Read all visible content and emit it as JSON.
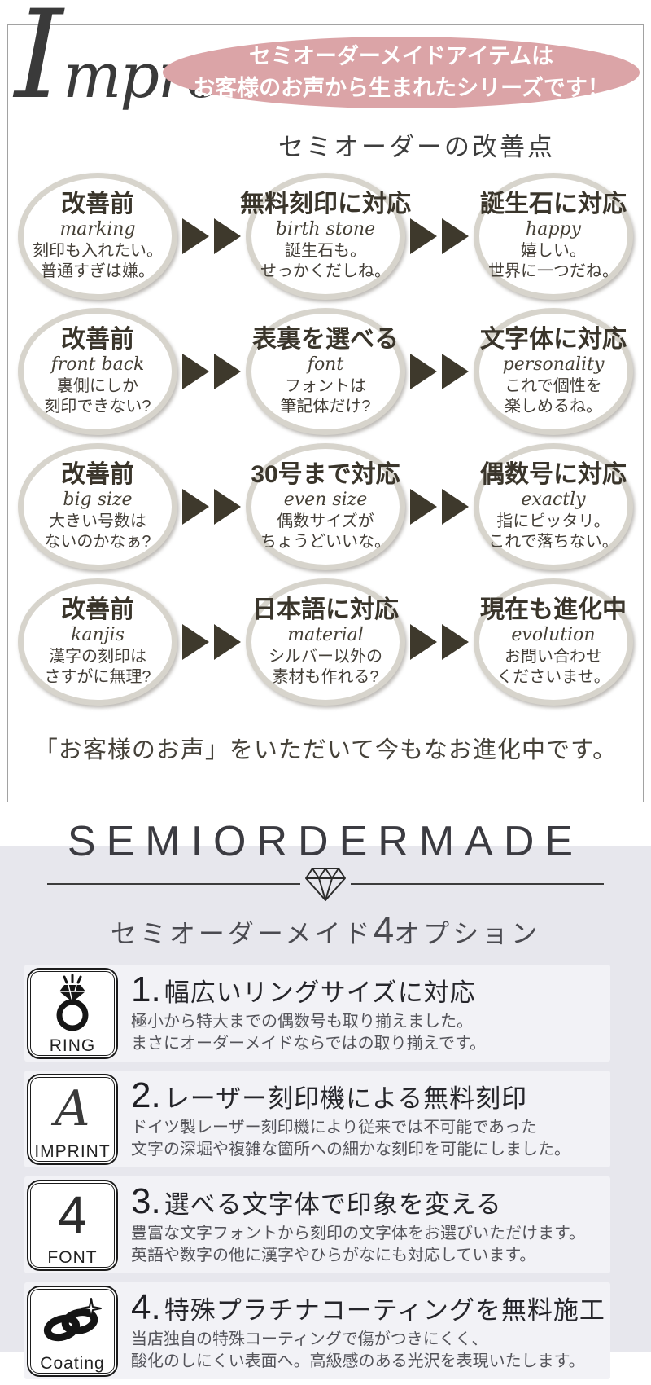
{
  "colors": {
    "accent_pink": "#dba4a7",
    "arrow_brown": "#3e392c",
    "circle_border": "#d7d4cc",
    "panel_bg": "#e7e7ed",
    "item_strip_bg": "#f2f2f6",
    "ink": "#222222"
  },
  "icons": {
    "arrow": "fast-forward-icon",
    "divider": "diamond-icon",
    "item1": "ring-icon",
    "item2": "imprint-a-icon",
    "item3": "font-4-icon",
    "item4": "coating-rings-icon"
  },
  "improvement": {
    "badge_line1": "セミオーダーメイドアイテムは",
    "badge_line2": "お客様のお声から生まれたシリーズです！",
    "script_title_cap": "I",
    "script_title_rest": "mprovement",
    "subtitle": "セミオーダーの改善点",
    "footer": "「お客様のお声」をいただいて今もなお進化中です。",
    "rows": [
      {
        "cells": [
          {
            "title": "改善前",
            "en": "marking",
            "desc1": "刻印も入れたい。",
            "desc2": "普通すぎは嫌。"
          },
          {
            "title": "無料刻印に対応",
            "en": "birth stone",
            "desc1": "誕生石も。",
            "desc2": "せっかくだしね。"
          },
          {
            "title": "誕生石に対応",
            "en": "happy",
            "desc1": "嬉しい。",
            "desc2": "世界に一つだね。"
          }
        ]
      },
      {
        "cells": [
          {
            "title": "改善前",
            "en": "front back",
            "desc1": "裏側にしか",
            "desc2": "刻印できない?"
          },
          {
            "title": "表裏を選べる",
            "en": "font",
            "desc1": "フォントは",
            "desc2": "筆記体だけ?"
          },
          {
            "title": "文字体に対応",
            "en": "personality",
            "desc1": "これで個性を",
            "desc2": "楽しめるね。"
          }
        ]
      },
      {
        "cells": [
          {
            "title": "改善前",
            "en": "big size",
            "desc1": "大きい号数は",
            "desc2": "ないのかなぁ?"
          },
          {
            "title": "30号まで対応",
            "en": "even size",
            "desc1": "偶数サイズが",
            "desc2": "ちょうどいいな。"
          },
          {
            "title": "偶数号に対応",
            "en": "exactly",
            "desc1": "指にピッタリ。",
            "desc2": "これで落ちない。"
          }
        ]
      },
      {
        "cells": [
          {
            "title": "改善前",
            "en": "kanjis",
            "desc1": "漢字の刻印は",
            "desc2": "さすがに無理?"
          },
          {
            "title": "日本語に対応",
            "en": "material",
            "desc1": "シルバー以外の",
            "desc2": "素材も作れる?"
          },
          {
            "title": "現在も進化中",
            "en": "evolution",
            "desc1": "お問い合わせ",
            "desc2": "くださいませ。"
          }
        ]
      }
    ]
  },
  "options": {
    "heading": "SEMIORDERMADE",
    "subtitle_prefix": "セミオーダーメイド",
    "subtitle_number": "4",
    "subtitle_suffix": "オプション",
    "items": [
      {
        "number": "1.",
        "icon_label": "RING",
        "title": "幅広いリングサイズに対応",
        "body1": "極小から特大までの偶数号も取り揃えました。",
        "body2": "まさにオーダーメイドならではの取り揃えです。"
      },
      {
        "number": "2.",
        "icon_label": "IMPRINT",
        "icon_glyph": "A",
        "title": "レーザー刻印機による無料刻印",
        "body1": "ドイツ製レーザー刻印機により従来では不可能であった",
        "body2": "文字の深堀や複雑な箇所への細かな刻印を可能にしました。"
      },
      {
        "number": "3.",
        "icon_label": "FONT",
        "icon_glyph": "4",
        "title": "選べる文字体で印象を変える",
        "body1": "豊富な文字フォントから刻印の文字体をお選びいただけます。",
        "body2": "英語や数字の他に漢字やひらがなにも対応しています。"
      },
      {
        "number": "4.",
        "icon_label": "Coating",
        "title": "特殊プラチナコーティングを無料施工",
        "body1": "当店独自の特殊コーティングで傷がつきにくく、",
        "body2": "酸化のしにくい表面へ。高級感のある光沢を表現いたします。"
      }
    ]
  }
}
